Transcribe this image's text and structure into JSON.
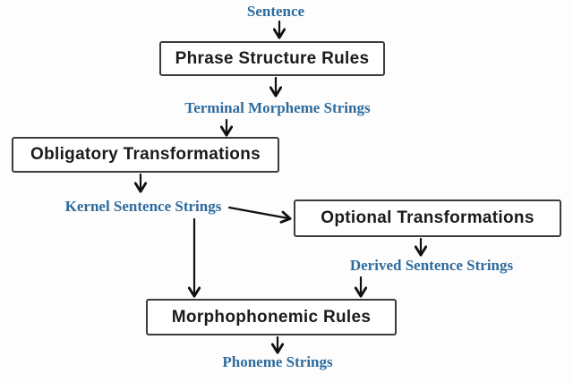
{
  "diagram": {
    "description": "Transformational grammar flow diagram",
    "nodes": {
      "sentence": {
        "label": "Sentence",
        "type": "label"
      },
      "phrase_structure_rules": {
        "label": "Phrase Structure Rules",
        "type": "box"
      },
      "terminal_morpheme_strings": {
        "label": "Terminal Morpheme Strings",
        "type": "label"
      },
      "obligatory_transformations": {
        "label": "Obligatory Transformations",
        "type": "box"
      },
      "kernel_sentence_strings": {
        "label": "Kernel Sentence Strings",
        "type": "label"
      },
      "optional_transformations": {
        "label": "Optional Transformations",
        "type": "box"
      },
      "derived_sentence_strings": {
        "label": "Derived Sentence Strings",
        "type": "label"
      },
      "morphophonemic_rules": {
        "label": "Morphophonemic Rules",
        "type": "box"
      },
      "phoneme_strings": {
        "label": "Phoneme Strings",
        "type": "label"
      }
    },
    "edges": [
      {
        "from": "sentence",
        "to": "phrase_structure_rules"
      },
      {
        "from": "phrase_structure_rules",
        "to": "terminal_morpheme_strings"
      },
      {
        "from": "terminal_morpheme_strings",
        "to": "obligatory_transformations"
      },
      {
        "from": "obligatory_transformations",
        "to": "kernel_sentence_strings"
      },
      {
        "from": "kernel_sentence_strings",
        "to": "morphophonemic_rules"
      },
      {
        "from": "kernel_sentence_strings",
        "to": "optional_transformations"
      },
      {
        "from": "optional_transformations",
        "to": "derived_sentence_strings"
      },
      {
        "from": "derived_sentence_strings",
        "to": "morphophonemic_rules"
      },
      {
        "from": "morphophonemic_rules",
        "to": "phoneme_strings"
      }
    ],
    "colors": {
      "label_text": "#2e6b9d",
      "box_text": "#1b1b1b",
      "box_border": "#3c3c3c",
      "arrow": "#101010",
      "background": "#fdfdfd"
    }
  }
}
